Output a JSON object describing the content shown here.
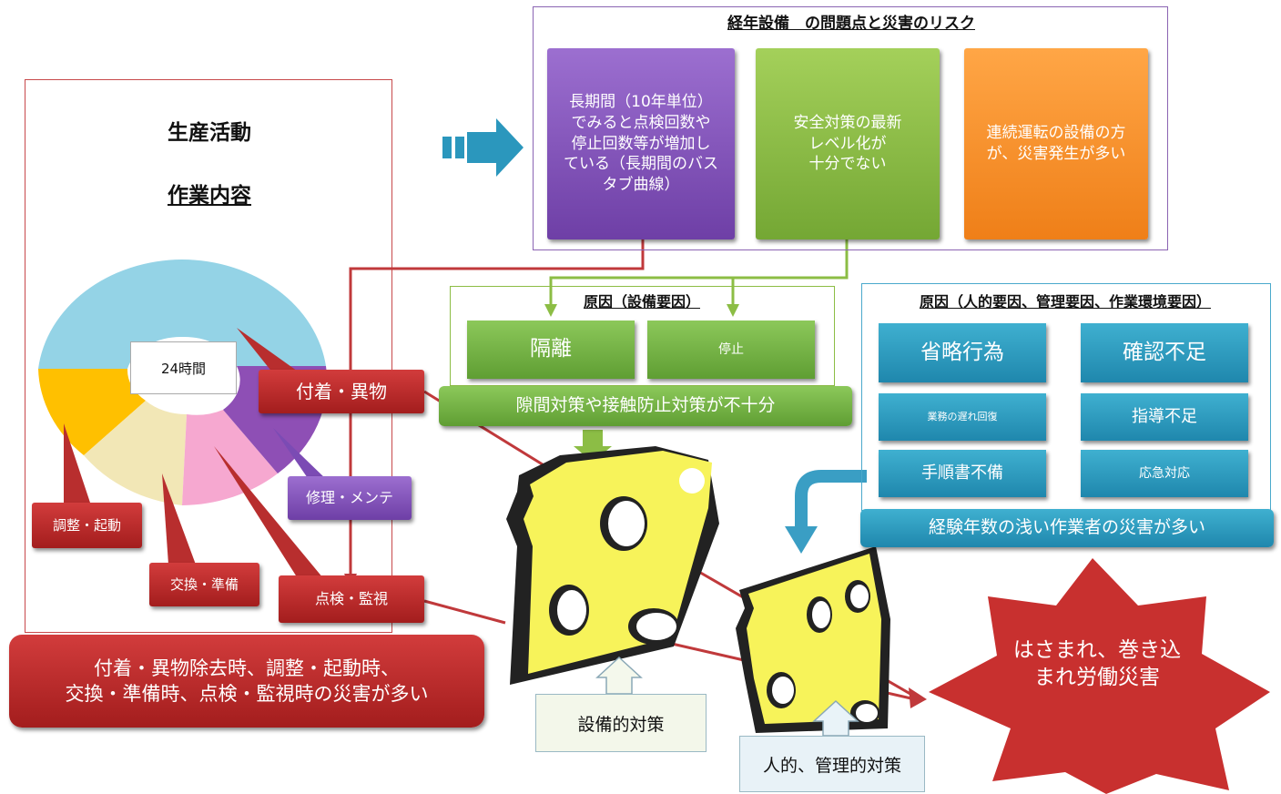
{
  "left_panel": {
    "title": "生産活動",
    "subtitle": "作業内容",
    "donut_center": "24時間"
  },
  "callouts": {
    "fuchaku": "付着・異物",
    "shuri": "修理・メンテ",
    "chosei": "調整・起動",
    "kokan": "交換・準備",
    "tenken": "点検・監視"
  },
  "bottom_left_banner": {
    "line1": "付着・異物除去時、調整・起動時、",
    "line2": "交換・準備時、点検・監視時の災害が多い"
  },
  "risk_panel": {
    "title": "経年設備　の問題点と災害のリスク",
    "box1": [
      "長期間（10年単位）",
      "でみると点検回数や",
      "停止回数等が増加し",
      "ている（長期間のバス",
      "タブ曲線）"
    ],
    "box2": [
      "安全対策の最新",
      "レベル化が",
      "十分でない"
    ],
    "box3": [
      "連続運転の設備の方",
      "が、災害発生が多い"
    ]
  },
  "cause_equipment": {
    "title": "原因（設備要因）",
    "btn1": "隔離",
    "btn2": "停止",
    "banner": "隙間対策や接触防止対策が不十分"
  },
  "cause_human": {
    "title": "原因（人的要因、管理要因、作業環境要因）",
    "items": [
      "省略行為",
      "確認不足",
      "業務の遅れ回復",
      "指導不足",
      "手順書不備",
      "応急対応"
    ],
    "banner": "経験年数の浅い作業者の災害が多い"
  },
  "countermeasures": {
    "equipment": "設備的対策",
    "human": "人的、管理的対策"
  },
  "result": {
    "line1": "はさまれ、巻き込",
    "line2": "まれ労働災害"
  },
  "colors": {
    "red_line": "#c0393b",
    "purple": "#7b4bb4",
    "green": "#8cbd45",
    "orange": "#f58f27",
    "blue": "#2b97bd",
    "donut_sky": "#94d3e6",
    "donut_yellow": "#ffc000",
    "donut_cream": "#f2e7b6",
    "donut_pink": "#f6a8d0",
    "donut_violet": "#8e4fb5",
    "cheese": "#f7f35a"
  }
}
